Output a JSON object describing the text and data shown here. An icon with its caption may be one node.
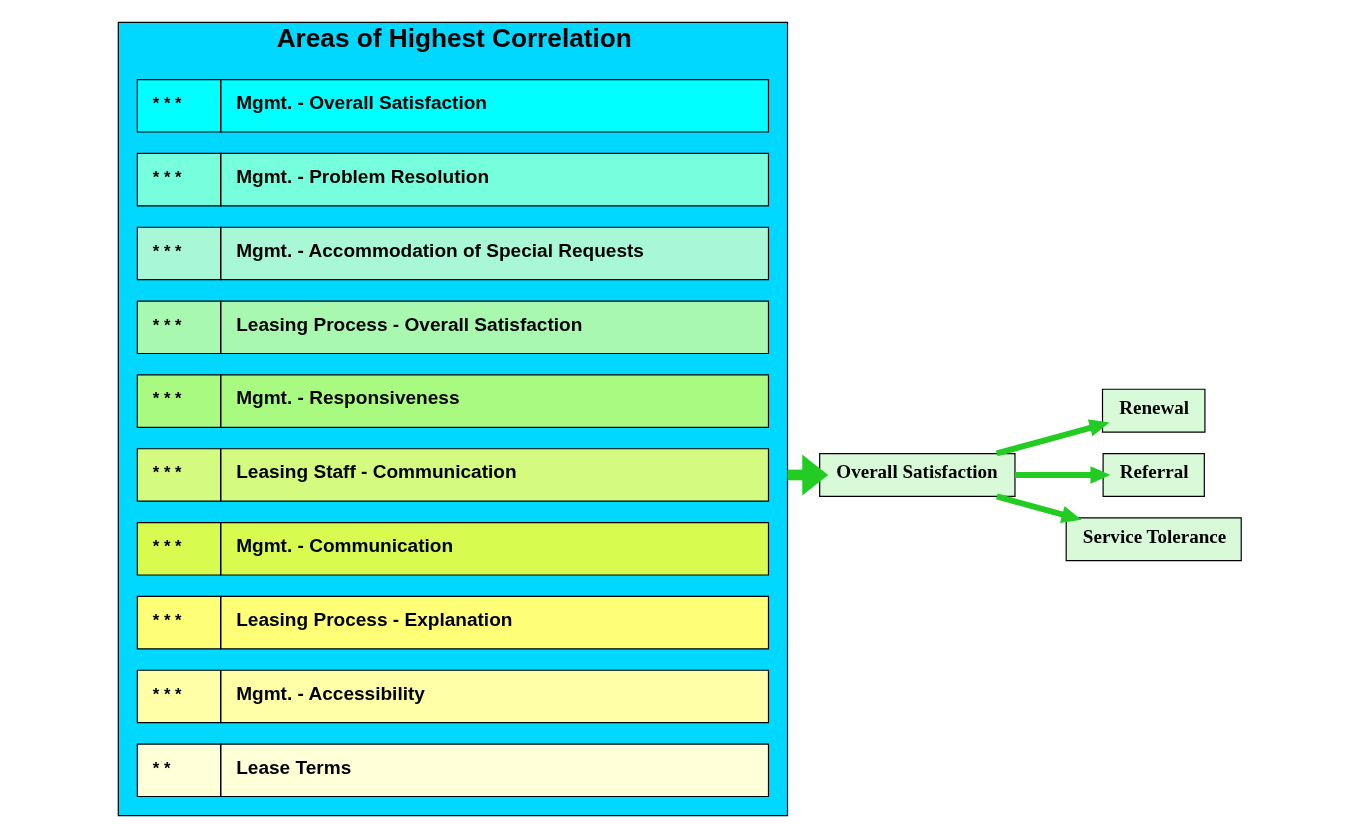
{
  "diagram": {
    "nodes": [
      {
        "text": [
          "Areas of Highest Correlation"
        ]
      },
      {
        "text": [
          "* * *",
          "Mgmt. - Overall Satisfaction"
        ],
        "in": 0
      },
      {
        "text": [
          "* * *",
          "Mgmt. - Problem Resolution"
        ],
        "in": 0
      },
      {
        "text": [
          "* * *",
          "Mgmt. - Accommodation of Special Requests"
        ],
        "in": 0
      },
      {
        "text": [
          "* * *",
          "Leasing Process - Overall Satisfaction"
        ],
        "in": 0
      },
      {
        "text": [
          "* * *",
          "Mgmt. - Responsiveness"
        ],
        "in": 0
      },
      {
        "text": [
          "* * *",
          "Leasing Staff - Communication"
        ],
        "in": 0
      },
      {
        "text": [
          "* * *",
          "Mgmt. - Communication"
        ],
        "in": 0
      },
      {
        "text": [
          "* * *",
          "Leasing Process - Explanation"
        ],
        "in": 0
      },
      {
        "text": [
          "* * *",
          "Mgmt. - Accessibility"
        ],
        "in": 0
      },
      {
        "text": [
          "* *",
          "Lease Terms"
        ],
        "in": 0
      },
      {
        "text": [
          "Overall Satisfaction"
        ]
      },
      {
        "text": [
          "Renewal"
        ]
      },
      {
        "text": [
          "Referral"
        ]
      },
      {
        "text": [
          "Service Tolerance"
        ]
      }
    ],
    "edges": [
      {
        "from": 0,
        "to": 11,
        "arrow": "to",
        "style": "thick"
      },
      {
        "from": 11,
        "to": 12,
        "arrow": "to"
      },
      {
        "from": 11,
        "to": 13,
        "arrow": "to"
      },
      {
        "from": 11,
        "to": 14,
        "arrow": "to"
      }
    ]
  }
}
